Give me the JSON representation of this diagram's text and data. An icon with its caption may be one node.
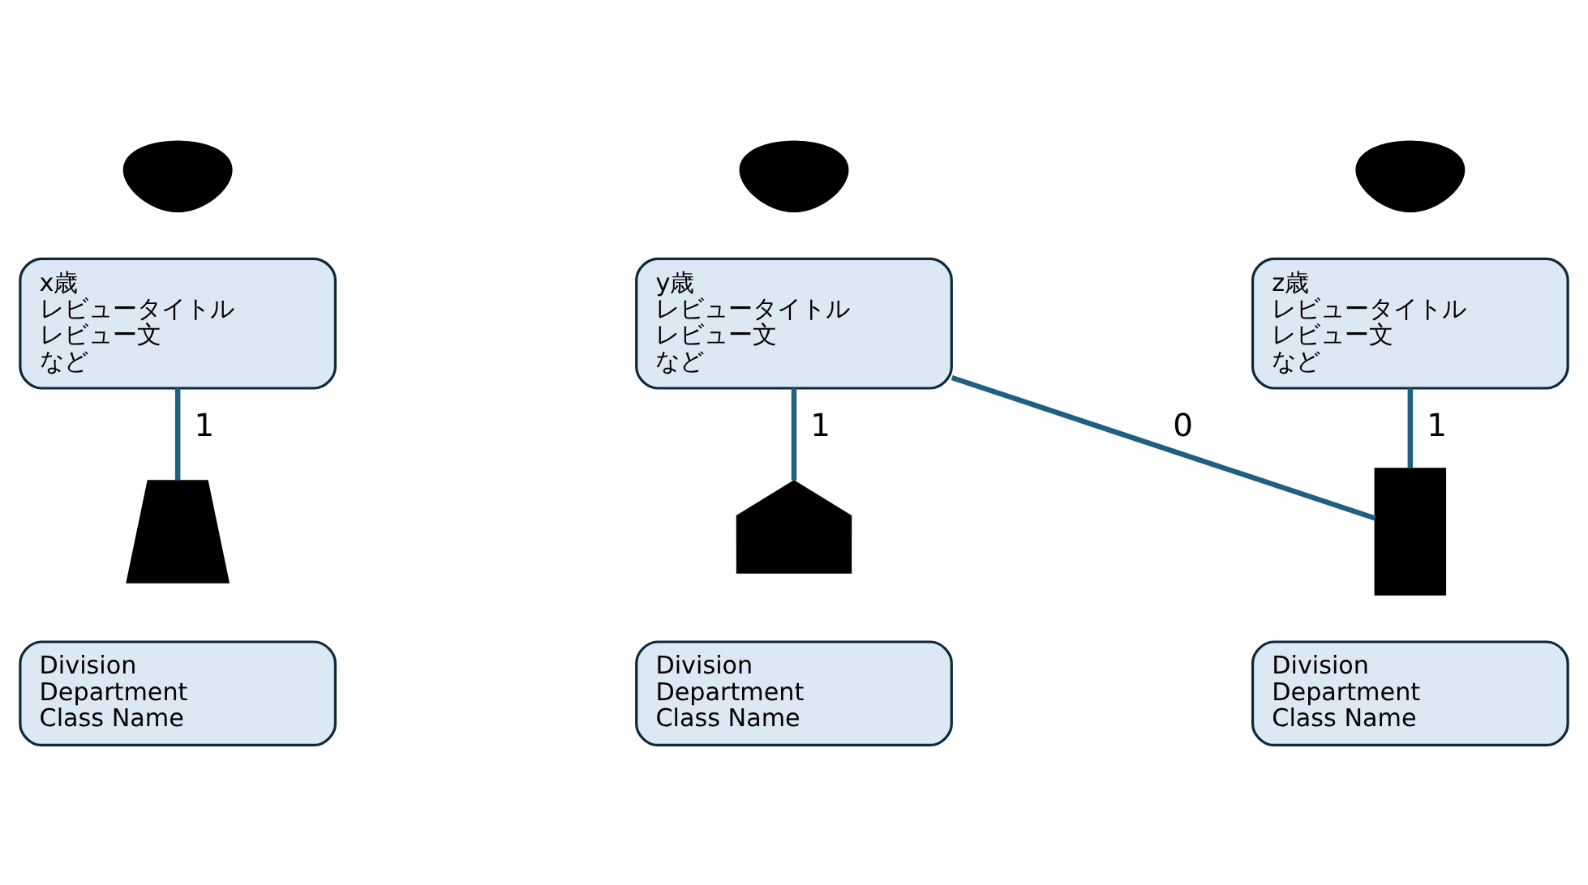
{
  "diagram": {
    "nodes": [
      {
        "text": [],
        "shape": "person"
      },
      {
        "text": [],
        "shape": "person"
      },
      {
        "text": [],
        "shape": "person"
      },
      {
        "text": [
          "x歳",
          "レビュータイトル",
          "レビュー文",
          "など"
        ]
      },
      {
        "text": [
          "y歳",
          "レビュータイトル",
          "レビュー文",
          "など"
        ]
      },
      {
        "text": [
          "z歳",
          "レビュータイトル",
          "レビュー文",
          "など"
        ]
      },
      {
        "text": [],
        "shape": "skirt"
      },
      {
        "text": [],
        "shape": "shirt"
      },
      {
        "text": [],
        "shape": "pants"
      },
      {
        "text": [
          "Division",
          "Department",
          "Class Name"
        ]
      },
      {
        "text": [
          "Division",
          "Department",
          "Class Name"
        ]
      },
      {
        "text": [
          "Division",
          "Department",
          "Class Name"
        ]
      }
    ],
    "edges": [
      {
        "from": 3,
        "to": 6,
        "arrow": "none",
        "label": "1"
      },
      {
        "from": 4,
        "to": 7,
        "arrow": "none",
        "label": "1"
      },
      {
        "from": 4,
        "to": 8,
        "arrow": "none",
        "label": "0"
      },
      {
        "from": 5,
        "to": 8,
        "arrow": "none",
        "label": "1"
      }
    ]
  }
}
